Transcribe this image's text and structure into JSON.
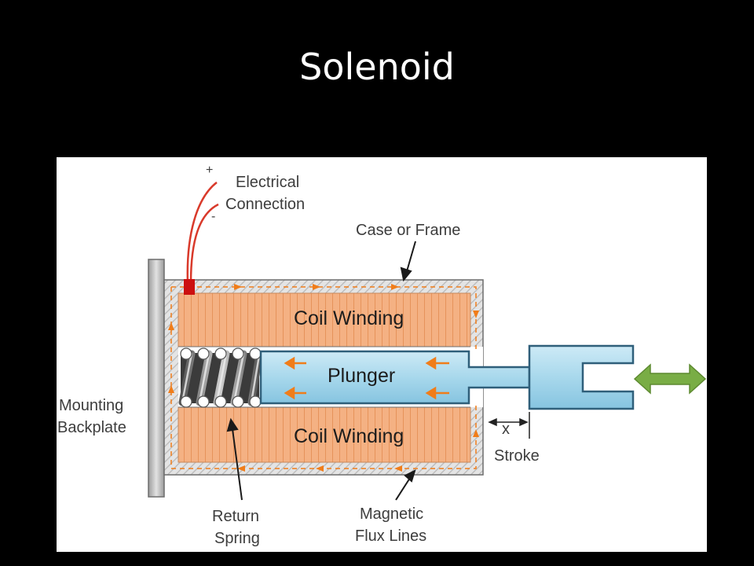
{
  "slide": {
    "title": "Solenoid"
  },
  "diagram": {
    "labels": {
      "plus": "+",
      "minus": "-",
      "electrical_connection_1": "Electrical",
      "electrical_connection_2": "Connection",
      "case_or_frame": "Case or Frame",
      "coil_winding_top": "Coil Winding",
      "coil_winding_bottom": "Coil Winding",
      "plunger": "Plunger",
      "mounting_backplate_1": "Mounting",
      "mounting_backplate_2": "Backplate",
      "x": "x",
      "stroke": "Stroke",
      "return_spring_1": "Return",
      "return_spring_2": "Spring",
      "magnetic_flux_lines_1": "Magnetic",
      "magnetic_flux_lines_2": "Flux Lines"
    },
    "colors": {
      "coil": "#f4b183",
      "coil_lines": "#e6935b",
      "plunger": "#a8d8ec",
      "plunger_border": "#2f5f7a",
      "flux_arrow": "#f07d1a",
      "wire": "#d93a2b",
      "terminal": "#cc1010",
      "motion_arrow": "#79ad45",
      "backplate": "#bdbdbd",
      "case_hatch": "#b8b8b8"
    }
  }
}
